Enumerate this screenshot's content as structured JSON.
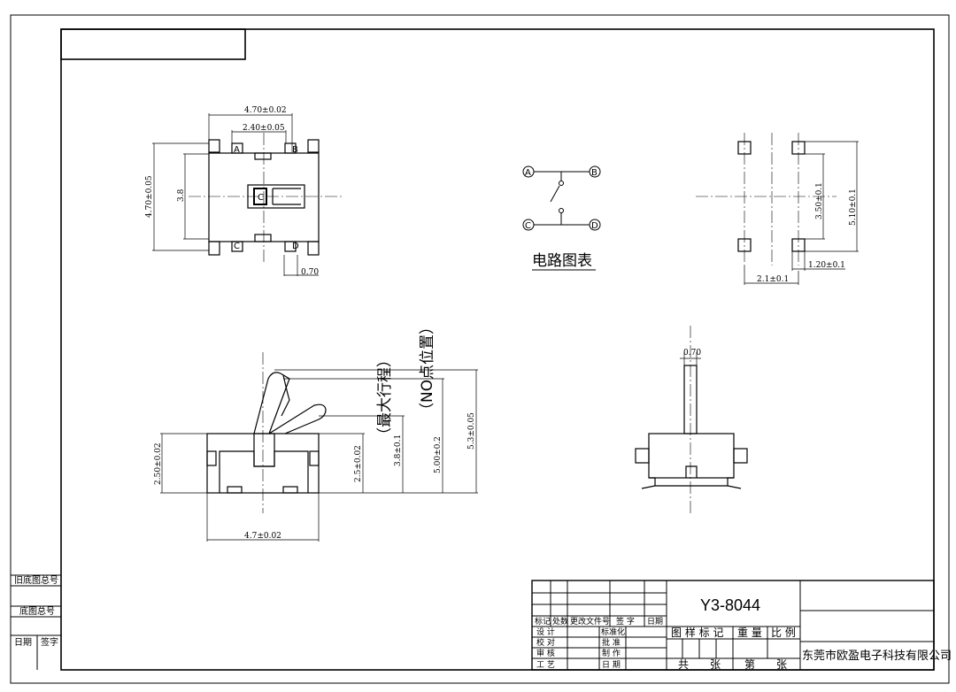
{
  "left_margin": {
    "old_base_no": "旧底图总号",
    "base_no": "底图总号",
    "date": "日期",
    "signature": "签字"
  },
  "top_view": {
    "dim_width": "4.70±0.02",
    "dim_inner": "2.40±0.05",
    "dim_height": "4.70±0.05",
    "dim_body": "3.8",
    "dim_pad": "0.70",
    "pin_a": "A",
    "pin_b": "B",
    "pin_c_left": "C",
    "pin_c_center": "C",
    "pin_d": "D"
  },
  "circuit": {
    "node_a": "A",
    "node_b": "B",
    "node_c": "C",
    "node_d": "D",
    "caption": "电路图表"
  },
  "footprint": {
    "dim_height_inner": "3.50±0.1",
    "dim_height_outer": "5.10±0.1",
    "dim_pad_width": "1.20±0.1",
    "dim_spacing": "2.1±0.1"
  },
  "side_view": {
    "dim_body_height": "2.50±0.02",
    "dim_width": "4.7±0.02",
    "dim_25": "2.5±0.02",
    "dim_38": "3.8±0.1",
    "dim_50": "5.00±0.2",
    "dim_53": "5.3±0.05",
    "note_max_travel": "（最大行程）",
    "note_no_position": "（NO点位置）"
  },
  "end_view": {
    "dim_actuator": "0.70"
  },
  "title_block": {
    "h_mark": "标记",
    "h_count": "处数",
    "h_change_no": "更改文件号",
    "h_sign": "签 字",
    "h_date": "日期",
    "r_design": "设 计",
    "r_check": "校 对",
    "r_audit": "审 核",
    "r_process": "工 艺",
    "r_standard": "标准化",
    "r_approve": "批 准",
    "r_made": "制 作",
    "r_date": "日 期",
    "part_no": "Y3-8044",
    "drawing_mark": "图 样 标 记",
    "weight": "重 量",
    "scale": "比 例",
    "total_sheets": "共　　张",
    "sheet_no": "第　　张",
    "company": "东莞市欧盈电子科技有限公司"
  }
}
